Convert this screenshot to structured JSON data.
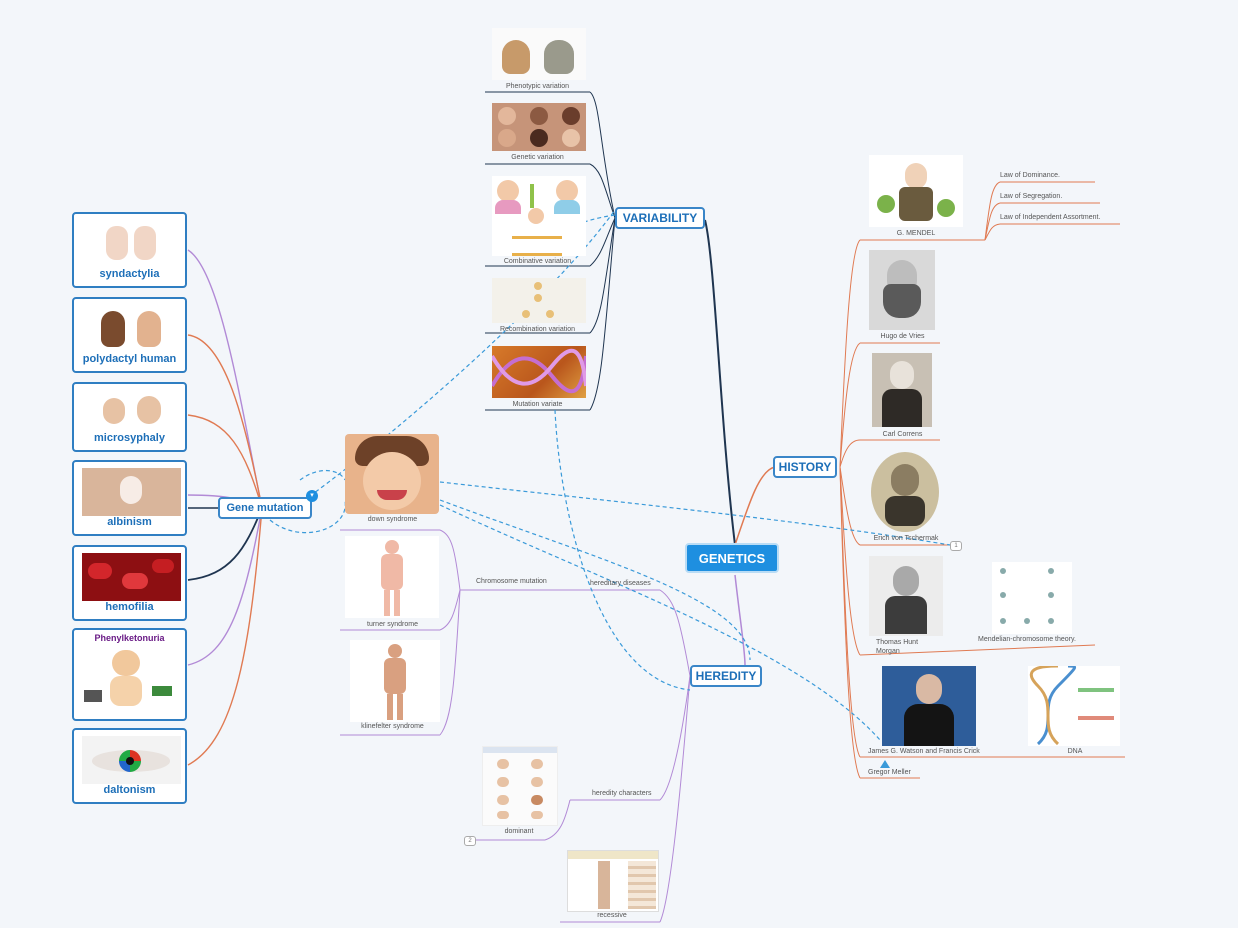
{
  "central": "GENETICS",
  "branches": {
    "variability": "VARIABILITY",
    "history": "HISTORY",
    "heredity": "HEREDITY",
    "gene_mutation": "Gene mutation"
  },
  "variability_items": [
    "Phenotypic variation",
    "Genetic variation",
    "Combinative variation",
    "Recombination variation",
    "Mutation variate"
  ],
  "mutation_cards": [
    "syndactylia",
    "polydactyl human",
    "microsyphaly",
    "albinism",
    "hemofilia",
    "",
    "daltonism"
  ],
  "phenylketonuria_title": "Phenylketonuria",
  "chromosome": {
    "down": "down syndrome",
    "turner": "turner syndrome",
    "klinefelter": "klinefelter syndrome",
    "label": "Chromosome mutation"
  },
  "heredity": {
    "diseases": "hereditary diseases",
    "characters": "heredity characters",
    "dominant": "dominant",
    "recessive": "recessive"
  },
  "history": {
    "mendel": "G. MENDEL",
    "laws": [
      "Law of Dominance.",
      "Law of Segregation.",
      "Law of Independent Assortment."
    ],
    "devries": "Hugo de Vries",
    "correns": "Carl Correns",
    "tschermak": "Erich von Tschermak",
    "morgan": "Thomas Hunt Morgan",
    "morgan_theory": "Mendelian-chromosome theory.",
    "watson": "James G. Watson and Francis Crick",
    "dna": "DNA",
    "meller": "Gregor Meller"
  },
  "badges": [
    "1",
    "2"
  ],
  "colors": {
    "accent": "#1e8fe0",
    "link_orange": "#e07a52",
    "link_purple": "#b28ad6",
    "link_navy": "#1f3550",
    "dashed": "#3a9ad9"
  }
}
